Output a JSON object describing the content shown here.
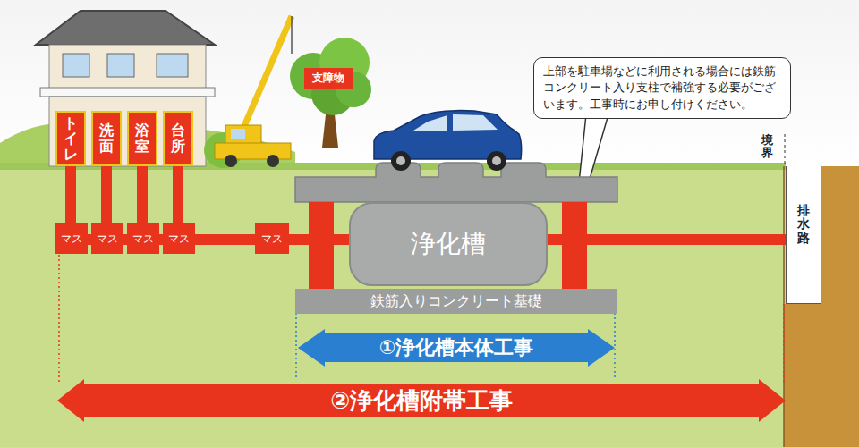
{
  "diagram": {
    "nodes": [
      {
        "text": [
          "トイレ"
        ]
      },
      {
        "text": [
          "洗面"
        ]
      },
      {
        "text": [
          "浴室"
        ]
      },
      {
        "text": [
          "台所"
        ]
      },
      {
        "text": [
          "支障物"
        ]
      },
      {
        "text": [
          "上部を駐車場などに利用される場合には鉄筋コンクリート入り支柱で補強する必要がございます。工事時にお申し付けください。"
        ]
      },
      {
        "text": [
          "マス"
        ]
      },
      {
        "text": [
          "マス"
        ]
      },
      {
        "text": [
          "マス"
        ]
      },
      {
        "text": [
          "マス"
        ]
      },
      {
        "text": [
          "マス"
        ]
      },
      {
        "text": [
          "浄化槽"
        ]
      },
      {
        "text": [
          "排水路"
        ]
      },
      {
        "text": [
          "鉄筋入りコンクリート基礎"
        ]
      },
      {
        "text": [
          "①浄化槽本体工事"
        ]
      },
      {
        "text": [
          "②浄化槽附帯工事"
        ]
      }
    ],
    "edges": [
      {
        "from": 0,
        "to": 6,
        "arrow": "none"
      },
      {
        "from": 1,
        "to": 7,
        "arrow": "none"
      },
      {
        "from": 2,
        "to": 8,
        "arrow": "none"
      },
      {
        "from": 3,
        "to": 9,
        "arrow": "none"
      },
      {
        "from": 6,
        "to": 7,
        "arrow": "none"
      },
      {
        "from": 7,
        "to": 8,
        "arrow": "none"
      },
      {
        "from": 8,
        "to": 9,
        "arrow": "none"
      },
      {
        "from": 9,
        "to": 10,
        "arrow": "none"
      },
      {
        "from": 10,
        "to": 11,
        "arrow": "none"
      },
      {
        "from": 11,
        "to": 12,
        "arrow": "none"
      }
    ],
    "labels": [
      "境界"
    ]
  }
}
